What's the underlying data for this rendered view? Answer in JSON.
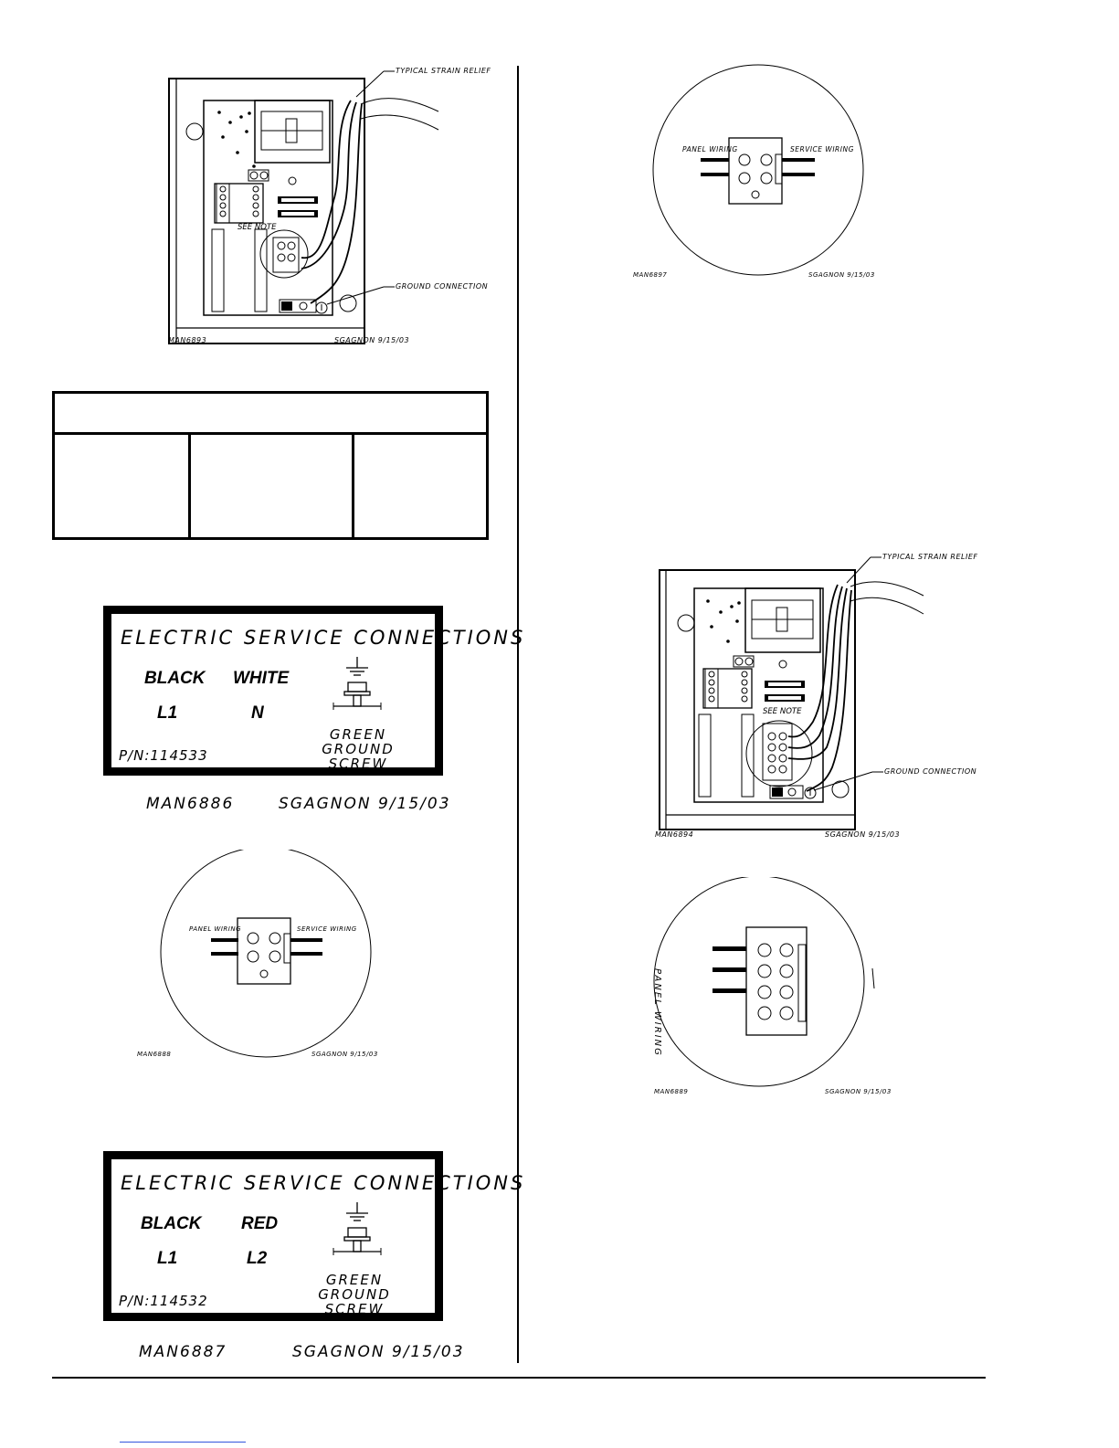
{
  "figures": {
    "fig1": {
      "strain_relief": "TYPICAL STRAIN RELIEF",
      "see_note": "SEE NOTE",
      "ground": "GROUND CONNECTION",
      "code": "MAN6893",
      "author": "SGAGNON 9/15/03"
    },
    "fig2": {
      "panel_wiring": "PANEL WIRING",
      "service_wiring": "SERVICE WIRING",
      "code": "MAN6897",
      "author": "SGAGNON 9/15/03"
    },
    "fig3": {
      "strain_relief": "TYPICAL STRAIN RELIEF",
      "see_note": "SEE NOTE",
      "ground": "GROUND CONNECTION",
      "code": "MAN6894",
      "author": "SGAGNON 9/15/03"
    },
    "fig4": {
      "panel_wiring": "PANEL WIRING",
      "code": "MAN6889",
      "author": "SGAGNON 9/15/03"
    },
    "fig5": {
      "panel_wiring": "PANEL WIRING",
      "service_wiring": "SERVICE WIRING",
      "code": "MAN6888",
      "author": "SGAGNON 9/15/03"
    }
  },
  "plate1": {
    "title": "ELECTRIC SERVICE CONNECTIONS",
    "wire1": "BLACK",
    "wire2": "WHITE",
    "term1": "L1",
    "term2": "N",
    "ground_line1": "GREEN GROUND",
    "ground_line2": "SCREW",
    "part_number": "P/N:114533",
    "code": "MAN6886",
    "author": "SGAGNON 9/15/03"
  },
  "plate2": {
    "title": "ELECTRIC SERVICE CONNECTIONS",
    "wire1": "BLACK",
    "wire2": "RED",
    "term1": "L1",
    "term2": "L2",
    "ground_line1": "GREEN GROUND",
    "ground_line2": "SCREW",
    "part_number": "P/N:114532",
    "code": "MAN6887",
    "author": "SGAGNON 9/15/03"
  }
}
